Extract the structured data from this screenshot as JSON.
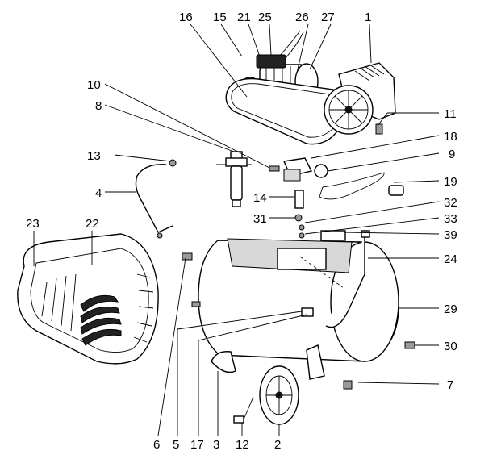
{
  "callouts": [
    {
      "id": "c16",
      "text": "16"
    },
    {
      "id": "c15",
      "text": "15"
    },
    {
      "id": "c21",
      "text": "21"
    },
    {
      "id": "c25",
      "text": "25"
    },
    {
      "id": "c26",
      "text": "26"
    },
    {
      "id": "c27",
      "text": "27"
    },
    {
      "id": "c1",
      "text": "1"
    },
    {
      "id": "c10",
      "text": "10"
    },
    {
      "id": "c8",
      "text": "8"
    },
    {
      "id": "c11",
      "text": "11"
    },
    {
      "id": "c18",
      "text": "18"
    },
    {
      "id": "c13",
      "text": "13"
    },
    {
      "id": "c9",
      "text": "9"
    },
    {
      "id": "c4",
      "text": "4"
    },
    {
      "id": "c19",
      "text": "19"
    },
    {
      "id": "c14",
      "text": "14"
    },
    {
      "id": "c32",
      "text": "32"
    },
    {
      "id": "c23",
      "text": "23"
    },
    {
      "id": "c22",
      "text": "22"
    },
    {
      "id": "c31",
      "text": "31"
    },
    {
      "id": "c33",
      "text": "33"
    },
    {
      "id": "c39",
      "text": "39"
    },
    {
      "id": "c24",
      "text": "24"
    },
    {
      "id": "c29",
      "text": "29"
    },
    {
      "id": "c30",
      "text": "30"
    },
    {
      "id": "c7",
      "text": "7"
    },
    {
      "id": "c6",
      "text": "6"
    },
    {
      "id": "c5",
      "text": "5"
    },
    {
      "id": "c17",
      "text": "17"
    },
    {
      "id": "c3",
      "text": "3"
    },
    {
      "id": "c12",
      "text": "12"
    },
    {
      "id": "c2",
      "text": "2"
    }
  ]
}
